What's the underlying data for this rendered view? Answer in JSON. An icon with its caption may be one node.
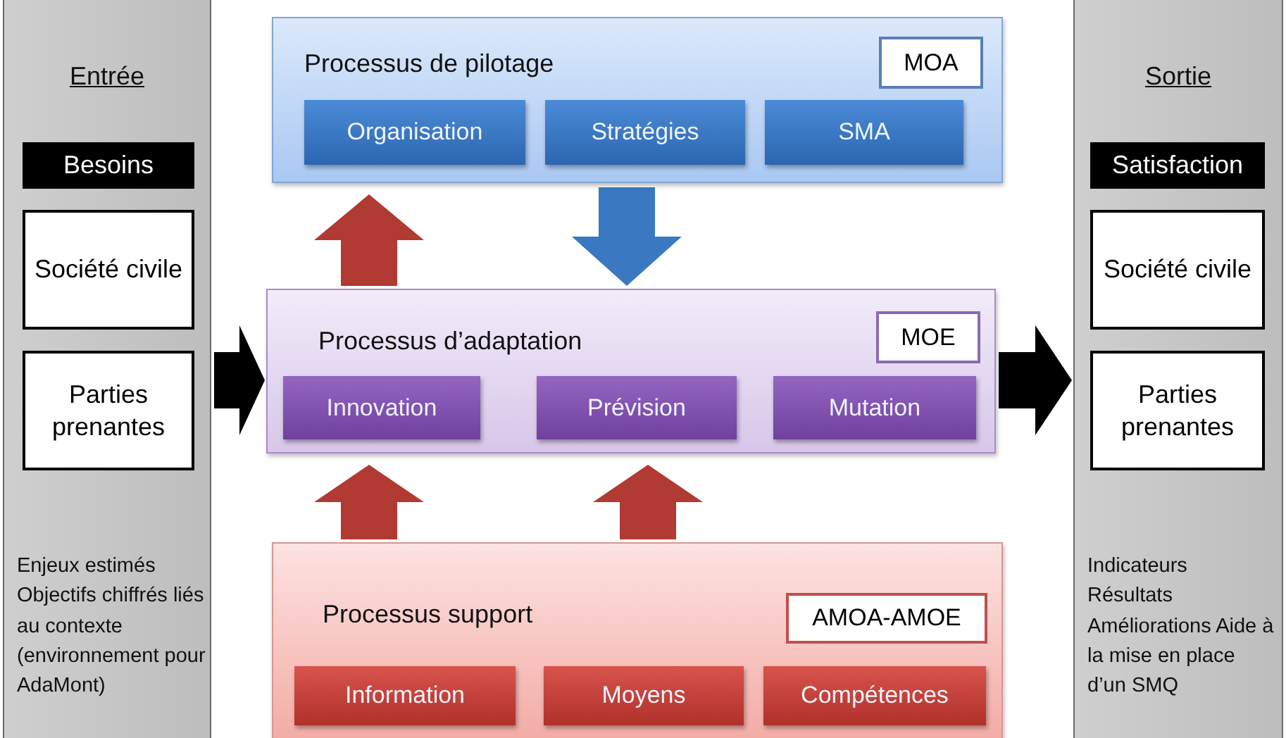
{
  "diagram": {
    "nodes": [
      {
        "text": [
          "Entrée",
          "Enjeux estimés Objectifs chiffrés liés au contexte (environnement pour AdaMont)"
        ]
      },
      {
        "text": [
          "Besoins"
        ],
        "in": 0
      },
      {
        "text": [
          "Société civile"
        ],
        "in": 0
      },
      {
        "text": [
          "Parties prenantes"
        ],
        "in": 0
      },
      {
        "text": [
          "Processus de pilotage"
        ]
      },
      {
        "text": [
          "MOA"
        ],
        "in": 4
      },
      {
        "text": [
          "Organisation"
        ],
        "in": 4
      },
      {
        "text": [
          "Stratégies"
        ],
        "in": 4
      },
      {
        "text": [
          "SMA"
        ],
        "in": 4
      },
      {
        "text": [
          "Processus d’adaptation"
        ]
      },
      {
        "text": [
          "MOE"
        ],
        "in": 9
      },
      {
        "text": [
          "Innovation"
        ],
        "in": 9
      },
      {
        "text": [
          "Prévision"
        ],
        "in": 9
      },
      {
        "text": [
          "Mutation"
        ],
        "in": 9
      },
      {
        "text": [
          "Processus support"
        ]
      },
      {
        "text": [
          "AMOA-AMOE"
        ],
        "in": 14
      },
      {
        "text": [
          "Information"
        ],
        "in": 14
      },
      {
        "text": [
          "Moyens"
        ],
        "in": 14
      },
      {
        "text": [
          "Compétences"
        ],
        "in": 14
      },
      {
        "text": [
          "Sortie",
          "Indicateurs Résultats Améliorations Aide à la mise en place d’un SMQ"
        ]
      },
      {
        "text": [
          "Satisfaction"
        ],
        "in": 19
      },
      {
        "text": [
          "Société civile"
        ],
        "in": 19
      },
      {
        "text": [
          "Parties prenantes"
        ],
        "in": 19
      }
    ],
    "edges": [
      {
        "from": 9,
        "to": 4,
        "arrow": "to",
        "style": "thick"
      },
      {
        "from": 4,
        "to": 9,
        "arrow": "to",
        "style": "thick",
        "color": "#3a78c2"
      },
      {
        "from": 14,
        "to": 9,
        "arrow": "to",
        "style": "thick"
      },
      {
        "from": 14,
        "to": 9,
        "arrow": "to",
        "style": "thick"
      },
      {
        "from": 0,
        "to": 9,
        "arrow": "to",
        "style": "thick",
        "color": "#000000"
      },
      {
        "from": 9,
        "to": 19,
        "arrow": "to",
        "style": "thick",
        "color": "#000000"
      }
    ]
  }
}
